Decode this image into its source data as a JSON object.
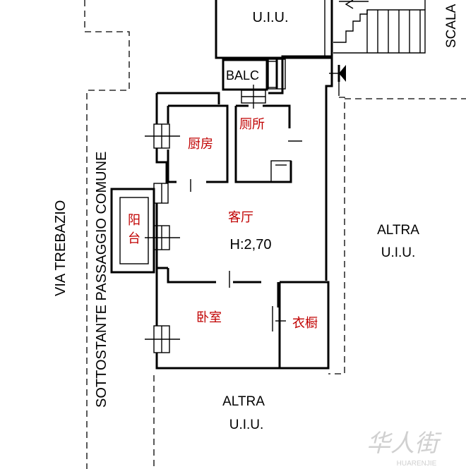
{
  "labels": {
    "uiu_top": "U.I.U.",
    "scala": "SCALA",
    "balc": "BALC",
    "via": "VIA TREBAZIO",
    "sottostante": "SOTTOSTANTE PASSAGGIO COMUNE",
    "altra_right": "ALTRA",
    "uiu_right": "U.I.U.",
    "altra_bottom": "ALTRA",
    "uiu_bottom": "U.I.U.",
    "height": "H:2,70",
    "watermark": "华人街",
    "watermark_sub": "HUARENJIE"
  },
  "rooms": {
    "kitchen": "厨房",
    "toilet": "厕所",
    "living": "客厅",
    "balcony": "阳台",
    "bedroom": "卧室",
    "wardrobe": "衣橱"
  },
  "colors": {
    "walls": "#000000",
    "room_labels": "#c00000",
    "watermark": "#d0d0d0"
  }
}
